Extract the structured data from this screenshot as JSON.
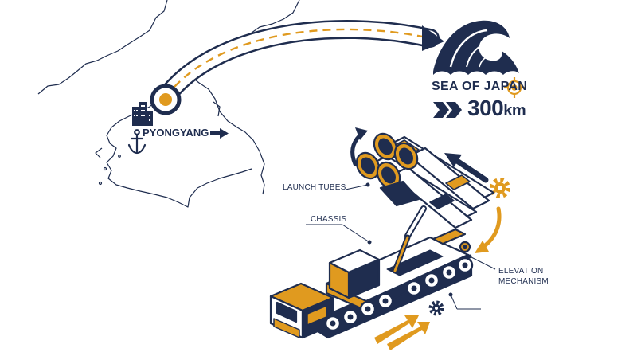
{
  "labels": {
    "city": "PYONGYANG",
    "sea": "SEA OF JAPAN",
    "distance_value": "300",
    "distance_unit": "km",
    "launch_tubes": "LAUNCH TUBES",
    "chassis": "CHASSIS",
    "elevation_line1": "ELEVATION",
    "elevation_line2": "MECHANISM"
  },
  "colors": {
    "navy": "#1f2d4f",
    "orange": "#e09a1f",
    "white": "#ffffff"
  },
  "icons": [
    "city-buildings-icon",
    "anchor-icon",
    "target-crosshair-icon",
    "wave-icon",
    "gear-icon",
    "double-chevron-icon"
  ]
}
